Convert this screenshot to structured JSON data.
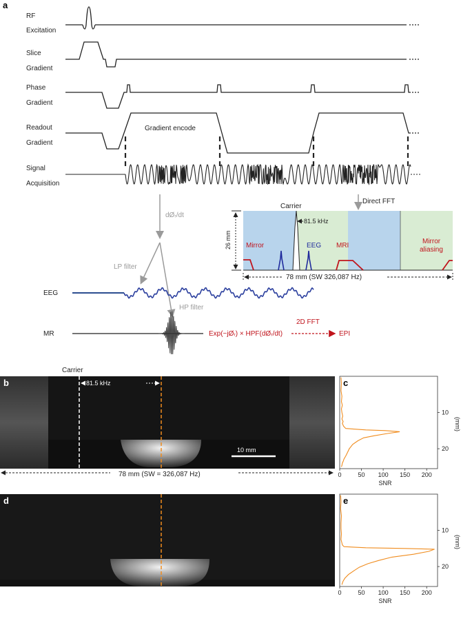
{
  "panel_labels": {
    "a": "a",
    "b": "b",
    "c": "c",
    "d": "d",
    "e": "e"
  },
  "timing": {
    "rf_line1": "RF",
    "rf_line2": "Excitation",
    "slice_line1": "Slice",
    "slice_line2": "Gradient",
    "phase_line1": "Phase",
    "phase_line2": "Gradient",
    "readout_line1": "Readout",
    "readout_line2": "Gradient",
    "signal_line1": "Signal",
    "signal_line2": "Acquisition",
    "gradient_encode": "Gradient encode"
  },
  "processing": {
    "dphase": "dØᵣ/dt",
    "lp_filter": "LP filter",
    "hp_filter": "HP filter",
    "eeg": "EEG",
    "mr": "MR",
    "formula": "Exp(−jØᵣ) × HPF(dØᵣ/dt)",
    "fft2d": "2D FFT",
    "epi": "EPI",
    "direct_fft": "Direct FFT"
  },
  "spectrum": {
    "carrier": "Carrier",
    "freq": "81.5 kHz",
    "height": "26 mm",
    "mirror": "Mirror",
    "eeg": "EEG",
    "mri": "MRI",
    "mirror_aliasing_1": "Mirror",
    "mirror_aliasing_2": "aliasing",
    "width": "78 mm (SW 326,087 Hz)",
    "colors": {
      "blue": "#b8d4ec",
      "green": "#d9ecd3",
      "red": "#c0141c",
      "eeg": "#1f2a9c"
    }
  },
  "image_b": {
    "carrier": "Carrier",
    "freq": "81.5 kHz",
    "scale": "10 mm",
    "width": "78 mm (SW = 326,087 Hz)"
  },
  "chart_data": [
    {
      "type": "line",
      "panel": "c",
      "xlabel": "SNR",
      "ylabel": "(mm)",
      "xticks": [
        "0",
        "50",
        "100",
        "150",
        "200"
      ],
      "yticks": [
        "10",
        "20"
      ],
      "xlim": [
        0,
        225
      ],
      "ylim": [
        25.5,
        0
      ],
      "series": [
        {
          "color": "#f08c1e",
          "x": [
            3,
            4,
            3,
            5,
            4,
            6,
            4,
            5,
            7,
            5,
            8,
            6,
            9,
            14,
            60,
            105,
            138,
            110,
            80,
            55,
            42,
            30,
            22,
            18,
            14,
            10,
            8,
            6,
            5,
            4
          ],
          "y": [
            0.3,
            2,
            4,
            5.5,
            7,
            8,
            9,
            10,
            11,
            11.8,
            12.5,
            13,
            13.8,
            14.4,
            14.8,
            15.0,
            15.3,
            15.8,
            16.4,
            17,
            17.8,
            18.8,
            20,
            21,
            22,
            22.8,
            23.5,
            24,
            24.6,
            25
          ]
        }
      ]
    },
    {
      "type": "line",
      "panel": "e",
      "xlabel": "SNR",
      "ylabel": "(mm)",
      "xticks": [
        "0",
        "50",
        "100",
        "150",
        "200"
      ],
      "yticks": [
        "10",
        "20"
      ],
      "xlim": [
        0,
        225
      ],
      "ylim": [
        25.5,
        0
      ],
      "series": [
        {
          "color": "#f08c1e",
          "x": [
            2,
            3,
            2,
            4,
            3,
            3,
            4,
            3,
            5,
            6,
            10,
            60,
            150,
            218,
            205,
            170,
            120,
            90,
            65,
            45,
            32,
            20,
            12,
            8,
            6,
            5
          ],
          "y": [
            0.3,
            2,
            4,
            6,
            8,
            9.5,
            11,
            12.5,
            13.5,
            14,
            14.5,
            14.8,
            15.0,
            15.2,
            15.8,
            16.6,
            17.4,
            18.3,
            19.2,
            20.2,
            21.2,
            22.2,
            23.2,
            24,
            24.6,
            25
          ]
        }
      ]
    }
  ]
}
